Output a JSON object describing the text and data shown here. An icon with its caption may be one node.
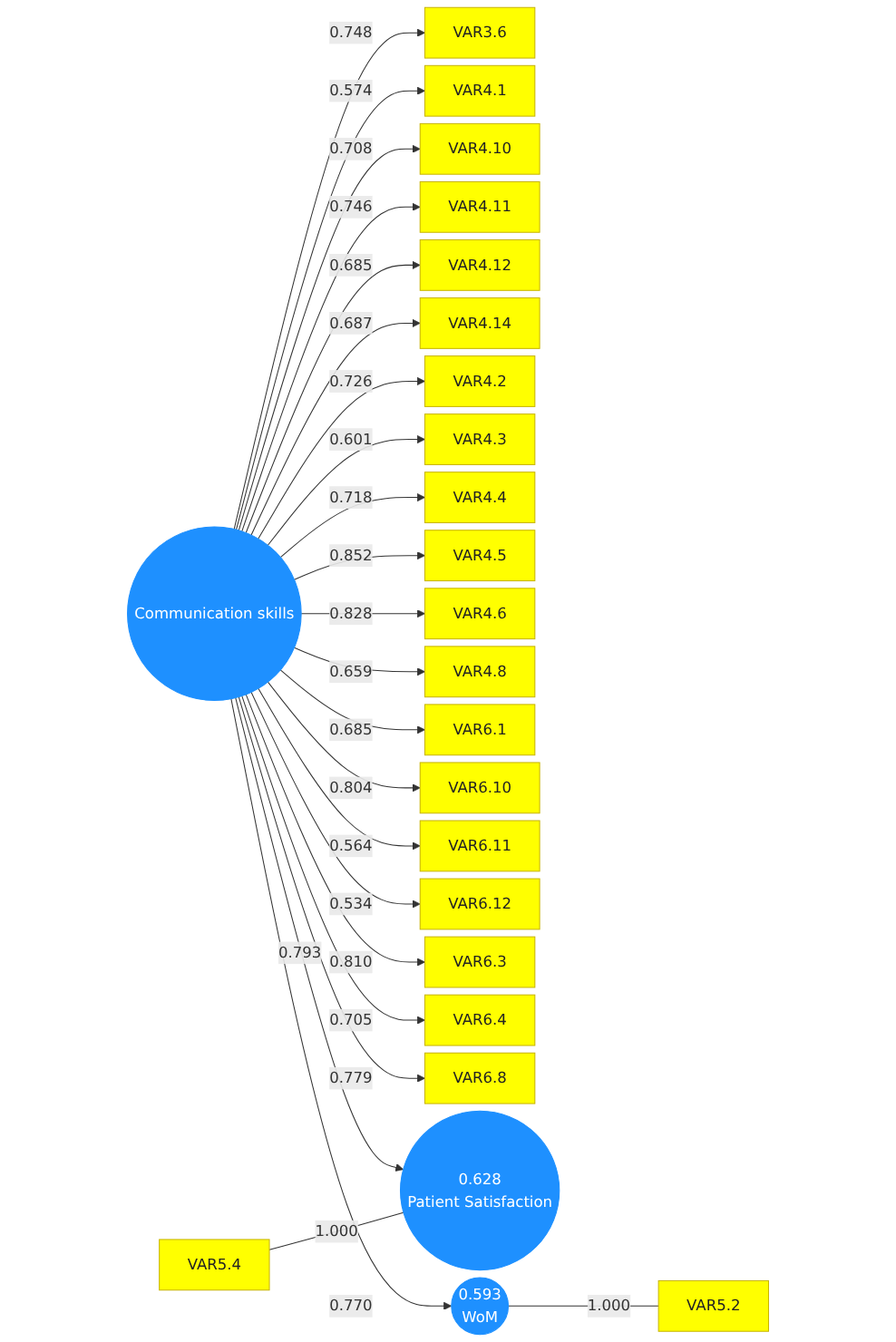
{
  "diagram": {
    "nodes": [
      {
        "text": [
          "VAR3.6"
        ]
      },
      {
        "text": [
          "VAR4.1"
        ]
      },
      {
        "text": [
          "VAR4.10"
        ]
      },
      {
        "text": [
          "VAR4.11"
        ]
      },
      {
        "text": [
          "VAR4.12"
        ]
      },
      {
        "text": [
          "VAR4.14"
        ]
      },
      {
        "text": [
          "VAR4.2"
        ]
      },
      {
        "text": [
          "VAR4.3"
        ]
      },
      {
        "text": [
          "VAR4.4"
        ]
      },
      {
        "text": [
          "VAR4.5"
        ]
      },
      {
        "text": [
          "VAR4.6"
        ]
      },
      {
        "text": [
          "VAR4.8"
        ]
      },
      {
        "text": [
          "VAR6.1"
        ]
      },
      {
        "text": [
          "VAR6.10"
        ]
      },
      {
        "text": [
          "VAR6.11"
        ]
      },
      {
        "text": [
          "VAR6.12"
        ]
      },
      {
        "text": [
          "VAR6.3"
        ]
      },
      {
        "text": [
          "VAR6.4"
        ]
      },
      {
        "text": [
          "VAR6.8"
        ]
      },
      {
        "text": [
          "Communication skills"
        ]
      },
      {
        "text": [
          "VAR5.4"
        ]
      },
      {
        "text": [
          "0.628",
          "Patient Satisfaction"
        ]
      },
      {
        "text": [
          "0.593",
          "WoM"
        ]
      },
      {
        "text": [
          "VAR5.2"
        ]
      }
    ],
    "edges": [
      {
        "from": 19,
        "to": 0,
        "arrow": "to",
        "label": "0.748"
      },
      {
        "from": 19,
        "to": 1,
        "arrow": "to",
        "label": "0.574"
      },
      {
        "from": 19,
        "to": 2,
        "arrow": "to",
        "label": "0.708"
      },
      {
        "from": 19,
        "to": 3,
        "arrow": "to",
        "label": "0.746"
      },
      {
        "from": 19,
        "to": 4,
        "arrow": "to",
        "label": "0.685"
      },
      {
        "from": 19,
        "to": 5,
        "arrow": "to",
        "label": "0.687"
      },
      {
        "from": 19,
        "to": 6,
        "arrow": "to",
        "label": "0.726"
      },
      {
        "from": 19,
        "to": 7,
        "arrow": "to",
        "label": "0.601"
      },
      {
        "from": 19,
        "to": 8,
        "arrow": "to",
        "label": "0.718"
      },
      {
        "from": 19,
        "to": 9,
        "arrow": "to",
        "label": "0.852"
      },
      {
        "from": 19,
        "to": 10,
        "arrow": "to",
        "label": "0.828"
      },
      {
        "from": 19,
        "to": 11,
        "arrow": "to",
        "label": "0.659"
      },
      {
        "from": 19,
        "to": 12,
        "arrow": "to",
        "label": "0.685"
      },
      {
        "from": 19,
        "to": 13,
        "arrow": "to",
        "label": "0.804"
      },
      {
        "from": 19,
        "to": 14,
        "arrow": "to",
        "label": "0.564"
      },
      {
        "from": 19,
        "to": 15,
        "arrow": "to",
        "label": "0.534"
      },
      {
        "from": 19,
        "to": 16,
        "arrow": "to",
        "label": "0.810"
      },
      {
        "from": 19,
        "to": 17,
        "arrow": "to",
        "label": "0.705"
      },
      {
        "from": 19,
        "to": 18,
        "arrow": "to",
        "label": "0.779"
      },
      {
        "from": 19,
        "to": 21,
        "arrow": "to",
        "label": "0.793"
      },
      {
        "from": 19,
        "to": 22,
        "arrow": "to",
        "label": "0.770"
      },
      {
        "from": 20,
        "to": 21,
        "arrow": "none",
        "label": "1.000"
      },
      {
        "from": 22,
        "to": 23,
        "arrow": "none",
        "label": "1.000"
      }
    ]
  }
}
